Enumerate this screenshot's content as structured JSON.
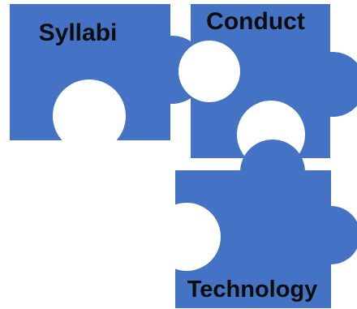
{
  "pieces": [
    {
      "label": "Syllabi"
    },
    {
      "label": "Conduct"
    },
    {
      "label": "Technology"
    }
  ],
  "colors": {
    "piece": "#4472C4",
    "hole": "#ffffff",
    "text": "#0d0d0d"
  }
}
